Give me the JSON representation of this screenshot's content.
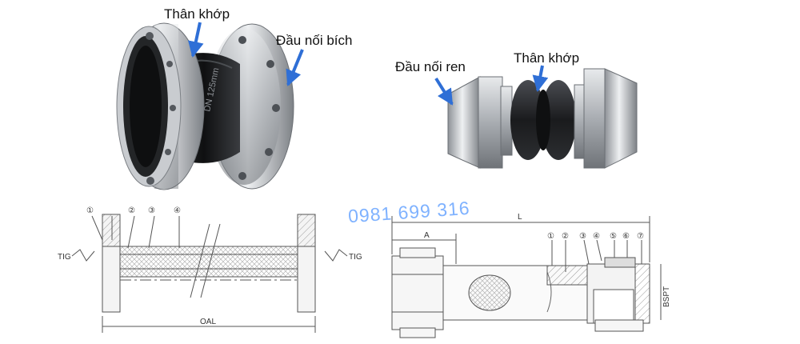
{
  "labels": {
    "flange_body": "Thân khớp",
    "flange_end": "Đầu nối bích",
    "thread_end": "Đầu nối ren",
    "thread_body": "Thân khớp"
  },
  "watermark": {
    "phone": "0981 699 316"
  },
  "drawing_left": {
    "callouts": [
      "①",
      "②",
      "③",
      "④"
    ],
    "dimension": "OAL",
    "side_mark_left": "TIG",
    "side_mark_right": "TIG"
  },
  "drawing_right": {
    "callouts": [
      "①",
      "②",
      "③",
      "④",
      "⑤",
      "⑥",
      "⑦"
    ],
    "dim_total": "L",
    "dim_a": "A",
    "dim_thread": "BSPT"
  },
  "photo_product": {
    "imprint": "DN 125mm"
  },
  "colors": {
    "arrow": "#2f6fd6",
    "steel": "#b9bcc0",
    "rubber": "#1c1c1e",
    "line": "#555555",
    "watermark": "#7fb2ff"
  }
}
